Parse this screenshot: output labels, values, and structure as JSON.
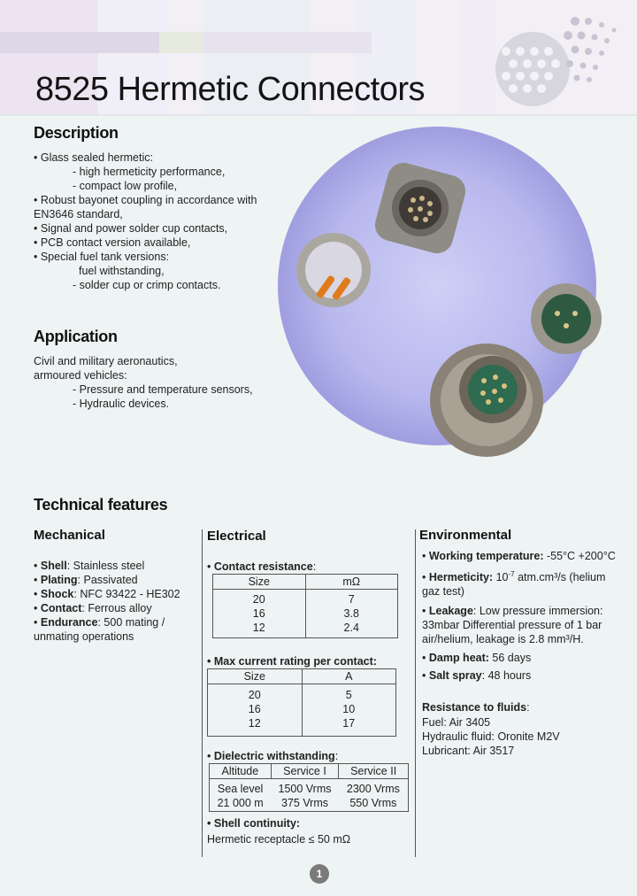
{
  "page": {
    "title": "8525 Hermetic Connectors",
    "page_number": "1"
  },
  "description": {
    "heading": "Description",
    "lines": [
      "• Glass sealed hermetic:",
      "- high hermeticity performance,",
      "- compact low profile,",
      "• Robust bayonet coupling in accordance with",
      "EN3646 standard,",
      "• Signal and power solder cup contacts,",
      "• PCB contact version available,",
      "• Special fuel tank versions:",
      "fuel withstanding,",
      "- solder cup or crimp contacts."
    ]
  },
  "application": {
    "heading": "Application",
    "lines": [
      "Civil and military aeronautics,",
      "armoured vehicles:",
      "- Pressure and temperature sensors,",
      "- Hydraulic devices."
    ]
  },
  "technical": {
    "heading": "Technical features",
    "mechanical": {
      "heading": "Mechanical",
      "items": [
        {
          "label": "Shell",
          "value": ": Stainless steel"
        },
        {
          "label": "Plating",
          "value": ": Passivated"
        },
        {
          "label": "Shock",
          "value": ": NFC 93422 - HE302"
        },
        {
          "label": "Contact",
          "value": ": Ferrous alloy"
        },
        {
          "label": "Endurance",
          "value": ": 500 mating /"
        }
      ],
      "endurance_cont": "unmating operations"
    },
    "electrical": {
      "heading": "Electrical",
      "contact_resistance": {
        "label": "Contact resistance",
        "colon": ":",
        "headers": [
          "Size",
          "mΩ"
        ],
        "rows": [
          [
            "20",
            "7"
          ],
          [
            "16",
            "3.8"
          ],
          [
            "12",
            "2.4"
          ]
        ]
      },
      "max_current": {
        "label": "Max current rating per contact:",
        "headers": [
          "Size",
          "A"
        ],
        "rows": [
          [
            "20",
            "5"
          ],
          [
            "16",
            "10"
          ],
          [
            "12",
            "17"
          ]
        ]
      },
      "dielectric": {
        "label": "Dielectric withstanding",
        "colon": ":",
        "headers": [
          "Altitude",
          "Service I",
          "Service II"
        ],
        "rows": [
          [
            "Sea level",
            "1500 Vrms",
            "2300 Vrms"
          ],
          [
            "21 000 m",
            "375 Vrms",
            "550 Vrms"
          ]
        ]
      },
      "shell_continuity": {
        "label": "Shell continuity:",
        "value": "Hermetic receptacle ≤ 50 mΩ"
      }
    },
    "environmental": {
      "heading": "Environmental",
      "working_temp": {
        "label": "Working temperature:",
        "value": " -55°C +200°C"
      },
      "hermeticity": {
        "label": "Hermeticity:",
        "value_a": " 10",
        "sup": "-7",
        "value_b": " atm.cm³/s (helium",
        "cont": "gaz test)"
      },
      "leakage": {
        "label": "Leakage",
        "value": ": Low pressure immersion:",
        "cont1": "33mbar Differential pressure of 1 bar",
        "cont2": "air/helium, leakage is 2.8 mm³/H."
      },
      "damp_heat": {
        "label": "Damp heat:",
        "value": " 56 days"
      },
      "salt_spray": {
        "label": "Salt spray",
        "value": ": 48 hours"
      },
      "fluids": {
        "heading": "Resistance to fluids",
        "colon": ":",
        "lines": [
          "Fuel: Air 3405",
          "Hydraulic fluid: Oronite M2V",
          "Lubricant: Air 3517"
        ]
      }
    }
  },
  "colors": {
    "background": "#eef3f4",
    "circle_fill": "#b9b9ee",
    "accent_bands": "#e6e0ef"
  }
}
